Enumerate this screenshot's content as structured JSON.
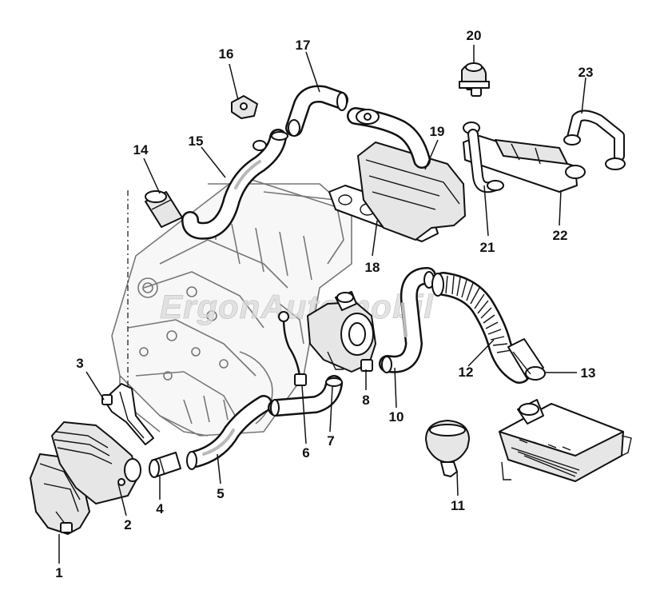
{
  "diagram": {
    "watermark": "ErgonAutomobil",
    "callouts": [
      "1",
      "2",
      "3",
      "4",
      "5",
      "6",
      "7",
      "8",
      "10",
      "11",
      "12",
      "13",
      "14",
      "15",
      "16",
      "17",
      "18",
      "19",
      "20",
      "21",
      "22",
      "23"
    ]
  }
}
